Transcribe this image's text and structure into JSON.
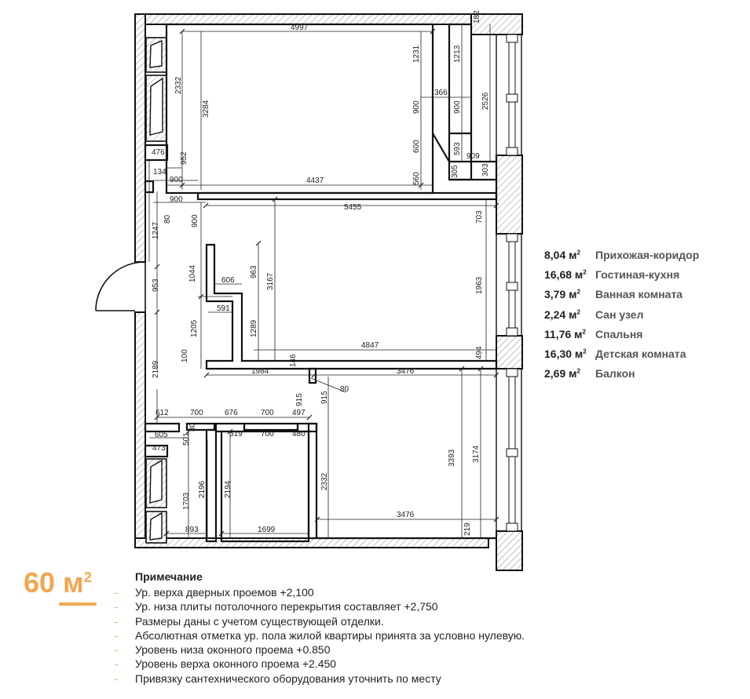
{
  "dimensions": {
    "d4997": "4997",
    "d1231": "1231",
    "d1213": "1213",
    "d182": "182",
    "d2332a": "2332",
    "d3284": "3284",
    "d900a": "900",
    "d366": "366",
    "d2526": "2526",
    "d900b": "900",
    "d600": "600",
    "d593": "593",
    "d909": "909",
    "d476": "476",
    "d952": "952",
    "d305": "305",
    "d303": "303",
    "d134": "134",
    "d900c": "900",
    "d4437": "4437",
    "d560": "560",
    "d900d": "900",
    "d5455": "5455",
    "d703": "703",
    "d80a": "80",
    "d1247": "1247",
    "d900e": "900",
    "d606": "606",
    "d963": "963",
    "d1044": "1044",
    "d3167": "3167",
    "d1963": "1963",
    "d953": "953",
    "d591": "591",
    "d1289": "1289",
    "d1205": "1205",
    "d4847": "4847",
    "d100": "100",
    "d146": "146",
    "d494": "494",
    "d1984": "1984",
    "d3476a": "3476",
    "d2189": "2189",
    "d80b": "80",
    "d915a": "915",
    "d915b": "915",
    "d612": "612",
    "d700a": "700",
    "d676": "676",
    "d700b": "700",
    "d497": "497",
    "d80c": "80",
    "d605": "605",
    "d501": "501",
    "d519": "519",
    "d700c": "700",
    "d480": "480",
    "d473": "473",
    "d3393": "3393",
    "d3174": "3174",
    "d2196": "2196",
    "d2194": "2194",
    "d2332b": "2332",
    "d1703": "1703",
    "d3476b": "3476",
    "d219": "219",
    "d893": "893",
    "d1699": "1699"
  },
  "legend": [
    {
      "area": "8,04 м",
      "name": "Прихожая-коридор"
    },
    {
      "area": "16,68 м",
      "name": "Гостиная-кухня"
    },
    {
      "area": "3,79 м",
      "name": "Ванная комната"
    },
    {
      "area": "2,24 м",
      "name": "Сан узел"
    },
    {
      "area": "11,76 м",
      "name": "Спальня"
    },
    {
      "area": "16,30 м",
      "name": "Детская комната"
    },
    {
      "area": "2,69 м",
      "name": "Балкон"
    }
  ],
  "area_sup": "2",
  "total": {
    "value": "60 м",
    "sup": "2"
  },
  "notes": {
    "title": "Примечание",
    "bullet": "-",
    "items": [
      "Ур. верха дверных проемов +2,100",
      "Ур. низа плиты потолочного перекрытия составляет  +2,750",
      "Размеры даны с учетом существующей отделки.",
      "Абсолютная отметка ур. пола жилой квартиры принята за условно нулевую.",
      "Уровень низа оконного проема +0.850",
      "Уровень верха  оконного проема +2.450",
      "Привязку сантехнического оборудования уточнить по месту"
    ]
  }
}
